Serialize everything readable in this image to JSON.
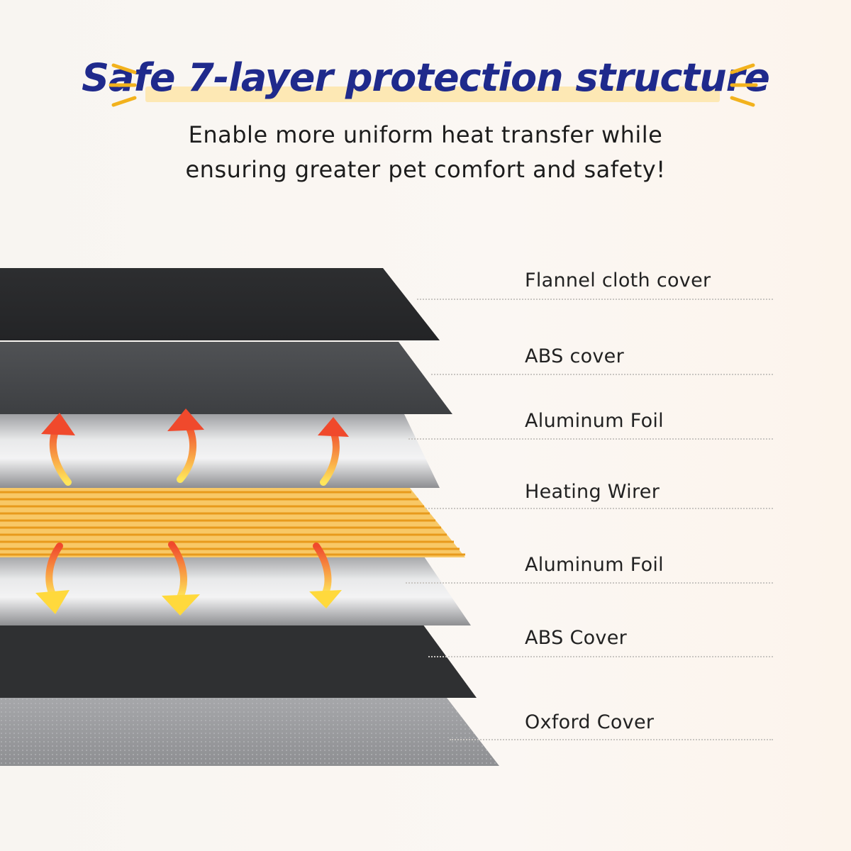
{
  "header": {
    "title": "Safe 7-layer protection structure",
    "subtitle_line1": "Enable more uniform heat transfer while",
    "subtitle_line2": "ensuring greater pet comfort and safety!"
  },
  "layers": [
    {
      "label": "Flannel cloth cover",
      "color": "#2b2c2e"
    },
    {
      "label": "ABS cover",
      "color": "#4b4d50"
    },
    {
      "label": "Aluminum Foil",
      "color": "#c8c9cb"
    },
    {
      "label": "Heating Wirer",
      "color": "#f6b33c"
    },
    {
      "label": "Aluminum Foil",
      "color": "#c8c9cb"
    },
    {
      "label": "ABS Cover",
      "color": "#2f3032"
    },
    {
      "label": "Oxford Cover",
      "color": "#9a9b9e"
    }
  ],
  "colors": {
    "title": "#1f2a8c",
    "accent_spark": "#f2b21d",
    "arrow_top": "#f0492c",
    "arrow_bottom": "#ffe65a"
  }
}
